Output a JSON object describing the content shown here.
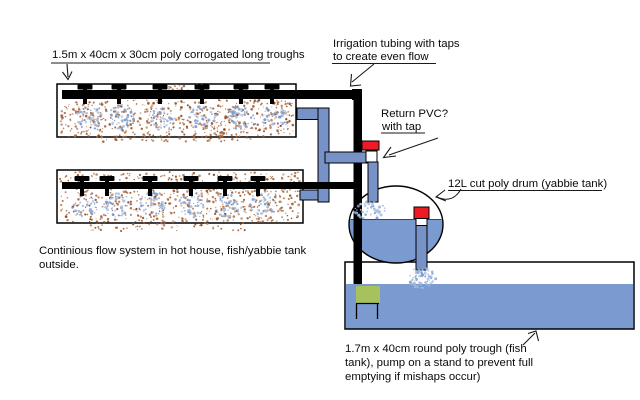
{
  "labels": {
    "troughs_label": "1.5m x 40cm x 30cm poly corrogated long troughs",
    "irrigation_line1": "Irrigation tubing with taps",
    "irrigation_line2": "to create even flow",
    "return_line1": "Return PVC?",
    "return_line2": "with tap",
    "drum_label": "12L cut poly drum (yabbie tank)",
    "note_line1": "Continious flow system in hot house, fish/yabbie tank",
    "note_line2": "outside.",
    "tank_line1": "1.7m x 40cm round poly trough (fish",
    "tank_line2": "tank), pump on a stand to prevent full",
    "tank_line3": "emptying if mishaps occur)"
  },
  "structure": {
    "trough_count": 2,
    "taps_per_trough": 6,
    "media_clusters_per_trough": 6
  },
  "colors": {
    "pipe_blue": "#7792c7",
    "water_blue": "#7b9bd0",
    "tap_red": "#ed1c24",
    "pump_green": "#a7c25d",
    "speckle_brown": "#9c5a2e",
    "speckle_brown_dark": "#8a4a24",
    "speckle_orange": "#c07840",
    "speckle_blue": "#7e9bcd",
    "speckle_blue_light": "#a3b8dc",
    "splash_blue": "#a8bfe2",
    "ink": "#000000"
  }
}
